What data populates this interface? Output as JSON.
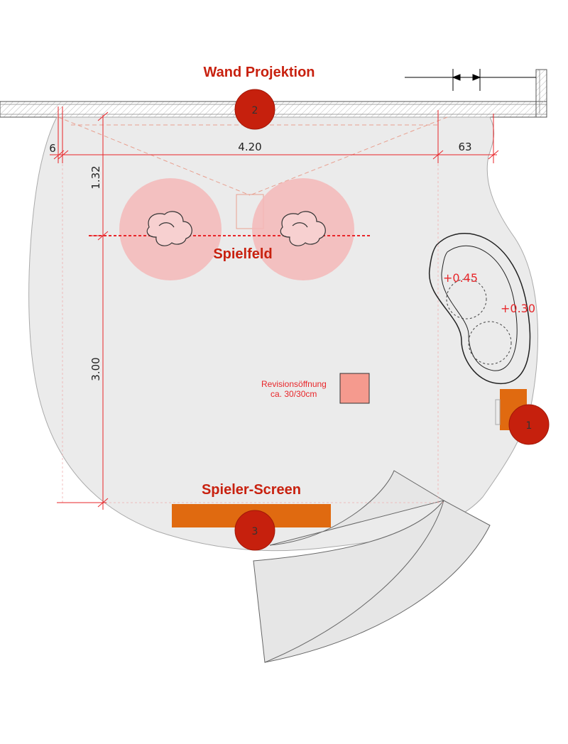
{
  "labels": {
    "wall_projection": "Wand Projektion",
    "play_field": "Spielfeld",
    "player_screen": "Spieler-Screen",
    "service_opening_line1": "Revisionsöffnung",
    "service_opening_line2": "ca. 30/30cm"
  },
  "dimensions": {
    "left_margin": "6",
    "field_width": "4.20",
    "right_margin": "63",
    "depth_top": "1.32",
    "depth_field": "3.00"
  },
  "steps": {
    "upper": "+0.45",
    "lower": "+0.30"
  },
  "markers": {
    "m1": "1",
    "m2": "2",
    "m3": "3"
  },
  "colors": {
    "title_red": "#c8210f",
    "dimension_red": "#e8262a",
    "marker_red": "#c6200d",
    "screen_orange": "#e06a10",
    "player_zone_pink": "#f4b8b8",
    "floor_grey": "#ebebeb",
    "service_opening": "#f59a8e"
  }
}
